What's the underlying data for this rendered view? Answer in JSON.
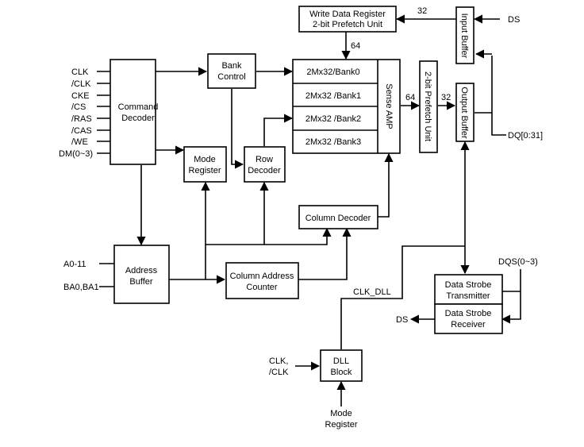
{
  "blocks": {
    "write_data_register": [
      "Write Data Register",
      "2-bit Prefetch Unit"
    ],
    "input_buffer": "Input Buffer",
    "output_buffer": "Output Buffer",
    "bank_control": [
      "Bank",
      "Control"
    ],
    "command_decoder": [
      "Command",
      "Decoder"
    ],
    "mode_register": [
      "Mode",
      "Register"
    ],
    "row_decoder": [
      "Row",
      "Decoder"
    ],
    "banks": [
      "2Mx32/Bank0",
      "2Mx32 /Bank1",
      "2Mx32 /Bank2",
      "2Mx32 /Bank3"
    ],
    "sense_amp": "Sense AMP",
    "prefetch_unit": "2-bit Prefetch Unit",
    "column_decoder": "Column Decoder",
    "address_buffer": [
      "Address",
      "Buffer"
    ],
    "column_address_counter": [
      "Column Address",
      "Counter"
    ],
    "ds_transmitter": [
      "Data Strobe",
      "Transmitter"
    ],
    "ds_receiver": [
      "Data Strobe",
      "Receiver"
    ],
    "dll_block": [
      "DLL",
      "Block"
    ]
  },
  "signals": {
    "command_inputs": [
      "CLK",
      "/CLK",
      "CKE",
      "/CS",
      "/RAS",
      "/CAS",
      "/WE",
      "DM(0~3)"
    ],
    "address_inputs": [
      "A0-11",
      "BA0,BA1"
    ],
    "ds_top": "DS",
    "dq": "DQ[0:31]",
    "dqs": "DQS(0~3)",
    "ds_out": "DS",
    "clk_dll": "CLK_DLL",
    "dll_clk_input": [
      "CLK,",
      "/CLK"
    ],
    "mode_register_input": [
      "Mode",
      "Register"
    ]
  },
  "bus_widths": {
    "input_to_write": "32",
    "write_to_banks": "64",
    "sense_to_prefetch": "64",
    "prefetch_to_output": "32"
  }
}
